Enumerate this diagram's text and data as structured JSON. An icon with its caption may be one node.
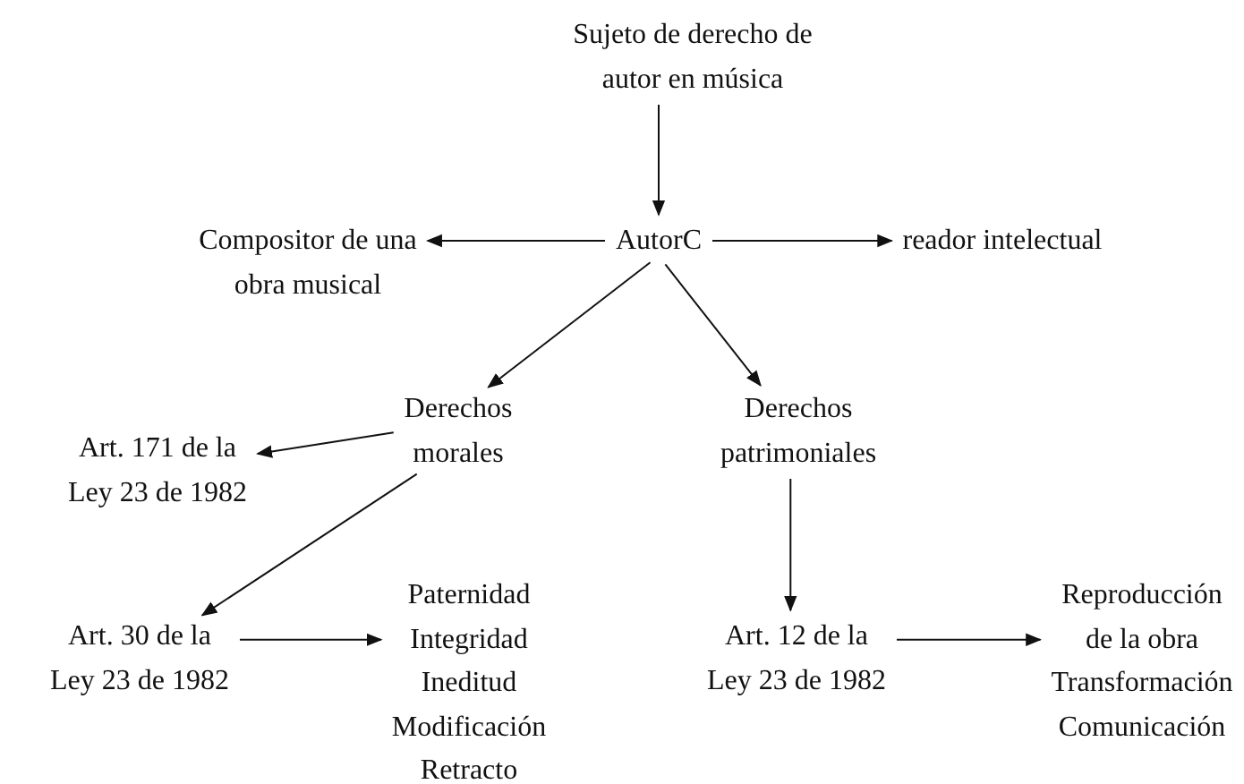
{
  "diagram": {
    "nodes": [
      {
        "text": [
          "Sujeto de derecho de autor en música"
        ]
      },
      {
        "text": [
          "AutorC"
        ]
      },
      {
        "text": [
          "Compositor de una obra musical"
        ]
      },
      {
        "text": [
          "reador intelectual"
        ]
      },
      {
        "text": [
          "Derechos morales"
        ]
      },
      {
        "text": [
          "Derechos patrimoniales"
        ]
      },
      {
        "text": [
          "Art. 171 de la Ley 23 de 1982"
        ]
      },
      {
        "text": [
          "Art. 30 de la Ley 23 de 1982"
        ]
      },
      {
        "text": [
          "Paternidad",
          "Integridad",
          "Ineditud",
          "Modificación",
          "Retracto"
        ]
      },
      {
        "text": [
          "Art. 12 de la Ley 23 de 1982"
        ]
      },
      {
        "text": [
          "Reproducción de la obra",
          "Transformación",
          "Comunicación"
        ]
      }
    ],
    "edges": [
      {
        "from": 0,
        "to": 1,
        "arrow": "to"
      },
      {
        "from": 1,
        "to": 2,
        "arrow": "to"
      },
      {
        "from": 1,
        "to": 3,
        "arrow": "to"
      },
      {
        "from": 1,
        "to": 4,
        "arrow": "to"
      },
      {
        "from": 1,
        "to": 5,
        "arrow": "to"
      },
      {
        "from": 4,
        "to": 6,
        "arrow": "to"
      },
      {
        "from": 4,
        "to": 7,
        "arrow": "to"
      },
      {
        "from": 5,
        "to": 9,
        "arrow": "to"
      },
      {
        "from": 7,
        "to": 8,
        "arrow": "to"
      },
      {
        "from": 9,
        "to": 10,
        "arrow": "to"
      }
    ]
  }
}
